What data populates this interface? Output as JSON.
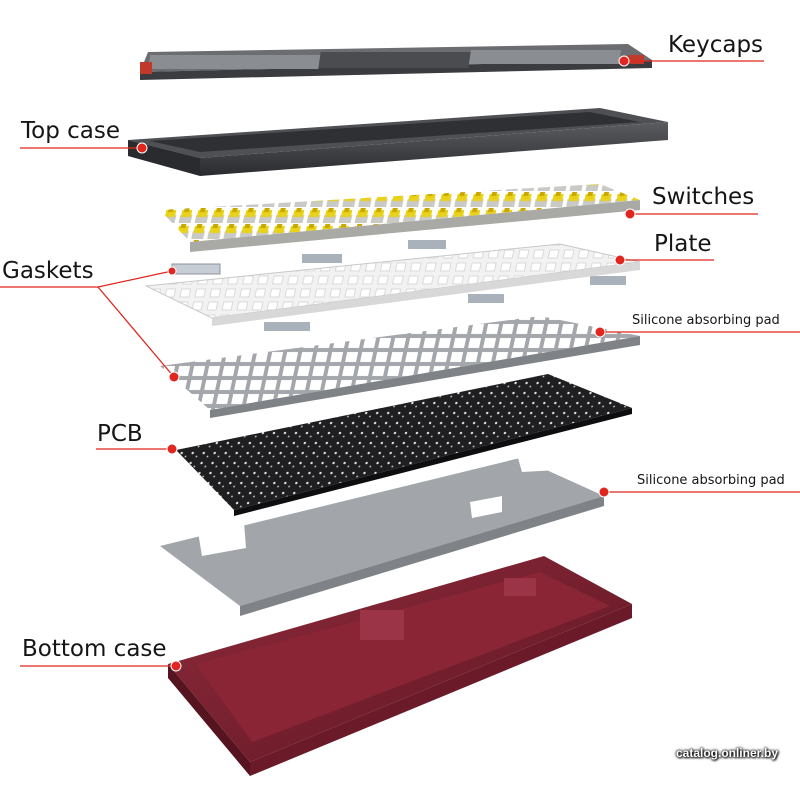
{
  "labels": {
    "keycaps": "Keycaps",
    "top_case": "Top case",
    "switches": "Switches",
    "plate": "Plate",
    "gaskets": "Gaskets",
    "silicone_pad_upper": "Silicone absorbing pad",
    "pcb": "PCB",
    "silicone_pad_lower": "Silicone absorbing pad",
    "bottom_case": "Bottom case"
  },
  "watermark": "catalog.onliner.by",
  "colors": {
    "marker": "#e0261e",
    "keycaps_dark": "#4a4c50",
    "keycaps_gray": "#8a8d92",
    "keycaps_accent": "#c0392b",
    "top_case": "#3a3c40",
    "switch_housing": "#c9c9c6",
    "switch_stem": "#e9d21a",
    "plate": "#f2f2f2",
    "gasket": "#a9b1bb",
    "silicone_pad": "#a2a5a9",
    "pcb": "#1f1f22",
    "bottom_case": "#7a1f2e"
  }
}
